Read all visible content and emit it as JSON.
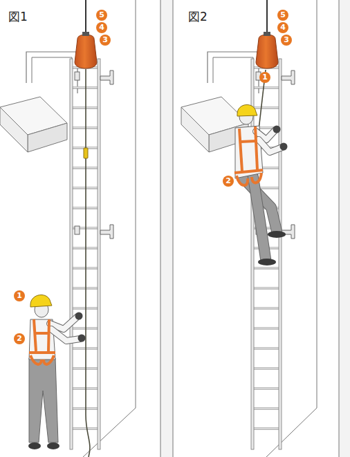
{
  "diagram": {
    "labels": [
      "図1",
      "5",
      "4",
      "3",
      "1",
      "2",
      "図2",
      "5",
      "4",
      "3",
      "1",
      "2"
    ]
  }
}
